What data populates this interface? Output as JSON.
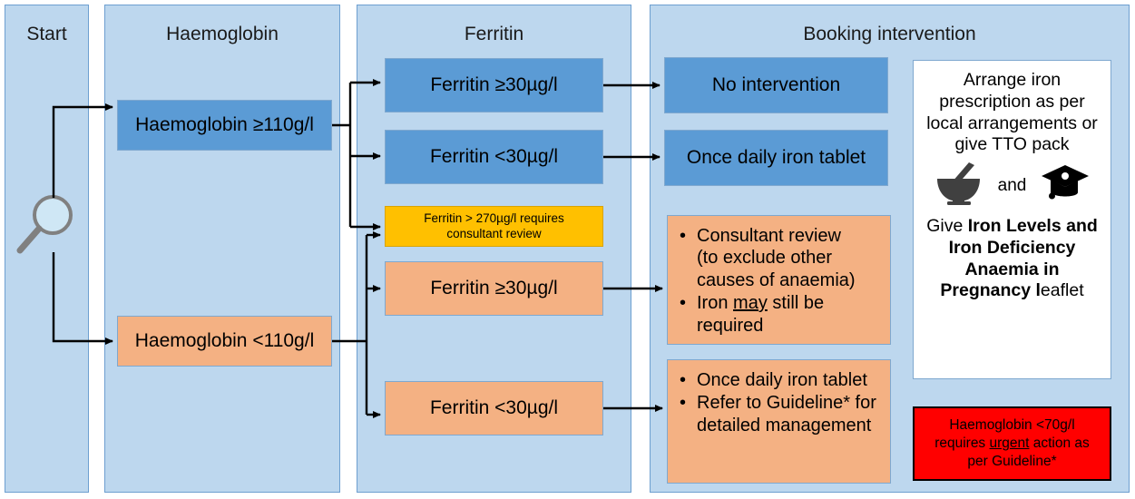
{
  "lanes": [
    {
      "id": "start",
      "title": "Start"
    },
    {
      "id": "haemoglobin",
      "title": "Haemoglobin"
    },
    {
      "id": "ferritin",
      "title": "Ferritin"
    },
    {
      "id": "booking",
      "title": "Booking intervention"
    }
  ],
  "start": {
    "icon": "magnifying-glass-icon"
  },
  "haemoglobin": {
    "normal": "Haemoglobin ≥110g/l",
    "low": "Haemoglobin <110g/l"
  },
  "ferritin": {
    "normal_from_normal_hb": "Ferritin ≥30µg/l",
    "low_from_normal_hb": "Ferritin <30µg/l",
    "consultant_note_line1": "Ferritin > 270µg/l requires",
    "consultant_note_line2": "consultant review",
    "normal_from_low_hb": "Ferritin ≥30µg/l",
    "low_from_low_hb": "Ferritin <30µg/l"
  },
  "booking": {
    "no_intervention": "No intervention",
    "once_daily_iron_tablet": "Once daily iron tablet",
    "consultant_review_bullets": [
      "Consultant review (to exclude other causes of anaemia)",
      "Iron may still be required"
    ],
    "consultant_review_bullet_1_lines": [
      "Consultant review",
      "(to exclude other",
      "causes of anaemia)"
    ],
    "consultant_review_bullet_2_pre": "Iron ",
    "consultant_review_bullet_2_em": "may",
    "consultant_review_bullet_2_post": " still be required",
    "iron_refer_bullets": [
      "Once daily iron tablet",
      "Refer to Guideline* for detailed management"
    ],
    "iron_refer_bullet_1": "Once daily iron tablet",
    "iron_refer_bullet_2": "Refer to Guideline* for detailed management"
  },
  "info_panel": {
    "heading": "Arrange iron prescription as per local arrangements or give TTO pack",
    "conjunction": "and",
    "icon_left": "mortar-and-pestle-icon",
    "icon_right": "graduation-cap-icon",
    "give_prefix": "Give ",
    "leaflet_bold": "Iron Levels and Iron Deficiency Anaemia in Pregnancy l",
    "leaflet_suffix": "eaflet"
  },
  "alert_panel": {
    "line1_pre": "Haemoglobin <70g/l",
    "line2_pre": "requires ",
    "line2_em": "urgent",
    "line2_post": " action as",
    "line3": "per Guideline*"
  },
  "colors": {
    "lane_fill": "#bdd7ee",
    "lane_border": "#6d9fd0",
    "blue_node": "#5b9bd5",
    "peach_node": "#f4b183",
    "amber_node": "#ffc000",
    "alert_red": "#ff0000",
    "white_panel": "#ffffff",
    "connector": "#000000"
  }
}
